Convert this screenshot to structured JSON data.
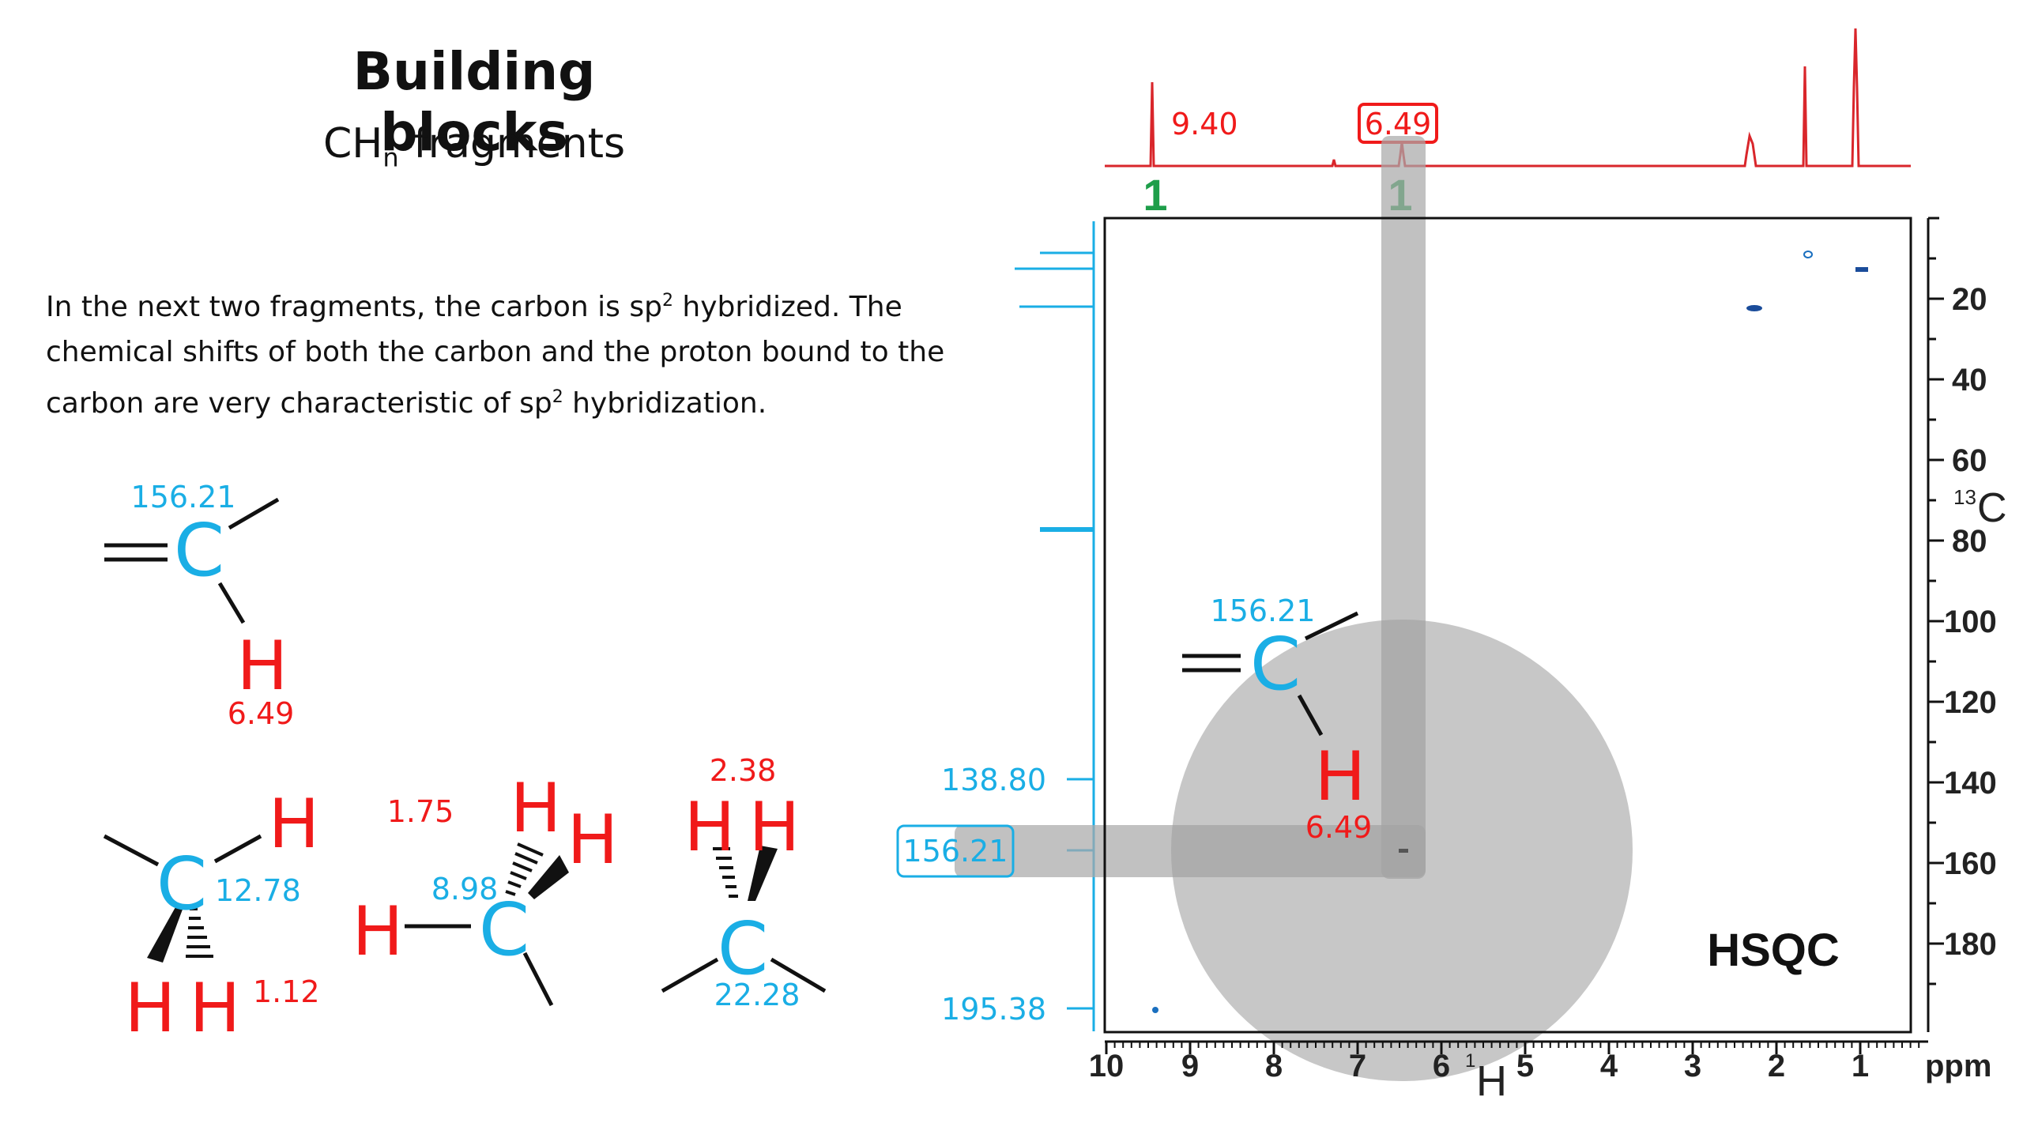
{
  "slide": {
    "title": "Building blocks",
    "subtitle_main": "CH",
    "subtitle_sub": "n",
    "subtitle_rest": "-fragments",
    "paragraph": {
      "t1": "In the next two fragments, the carbon is sp",
      "sup1": "2",
      "t2": " hybridized. The chemical shifts of both the carbon and the proton bound to the carbon are very characteristic of sp",
      "sup2": "2",
      "t3": " hybridization."
    }
  },
  "fragments": {
    "sp2_top": {
      "carbon": "C",
      "hydrogen": "H",
      "c_shift": "156.21",
      "h_shift": "6.49"
    },
    "ch2": {
      "carbon": "C",
      "h1": "H",
      "h2": "H",
      "h3": "H",
      "c_shift": "12.78",
      "h_shift": "1.12"
    },
    "ch3": {
      "carbon": "C",
      "h1": "H",
      "h2": "H",
      "h3": "H",
      "c_shift": "8.98",
      "h_shift": "1.75"
    },
    "ch": {
      "carbon": "C",
      "h1": "H",
      "h2": "H",
      "c_shift": "22.28",
      "h_shift": "2.38"
    }
  },
  "spectrum": {
    "label": "HSQC",
    "proton_peak_labels": [
      "9.40",
      "6.49"
    ],
    "integrals": [
      "1",
      "1"
    ],
    "x_ticks": [
      "10",
      "9",
      "8",
      "7",
      "6",
      "5",
      "4",
      "3",
      "2",
      "1"
    ],
    "x_unit": "ppm",
    "x_axis_sup": "1",
    "x_axis_label": "H",
    "y_ticks": [
      "20",
      "40",
      "60",
      "80",
      "100",
      "120",
      "140",
      "160",
      "180"
    ],
    "y_axis_sup": "13",
    "y_axis_label": "C",
    "carbon_labels": [
      "138.80",
      "156.21",
      "195.38"
    ],
    "overlay": {
      "carbon": "C",
      "hydrogen": "H",
      "c_shift": "156.21",
      "h_shift": "6.49"
    },
    "colors": {
      "proton_trace": "#d9262b",
      "carbon_trace": "#1aaee5",
      "integral": "#1e9e4a",
      "highlight": "#b8b8b8"
    }
  }
}
